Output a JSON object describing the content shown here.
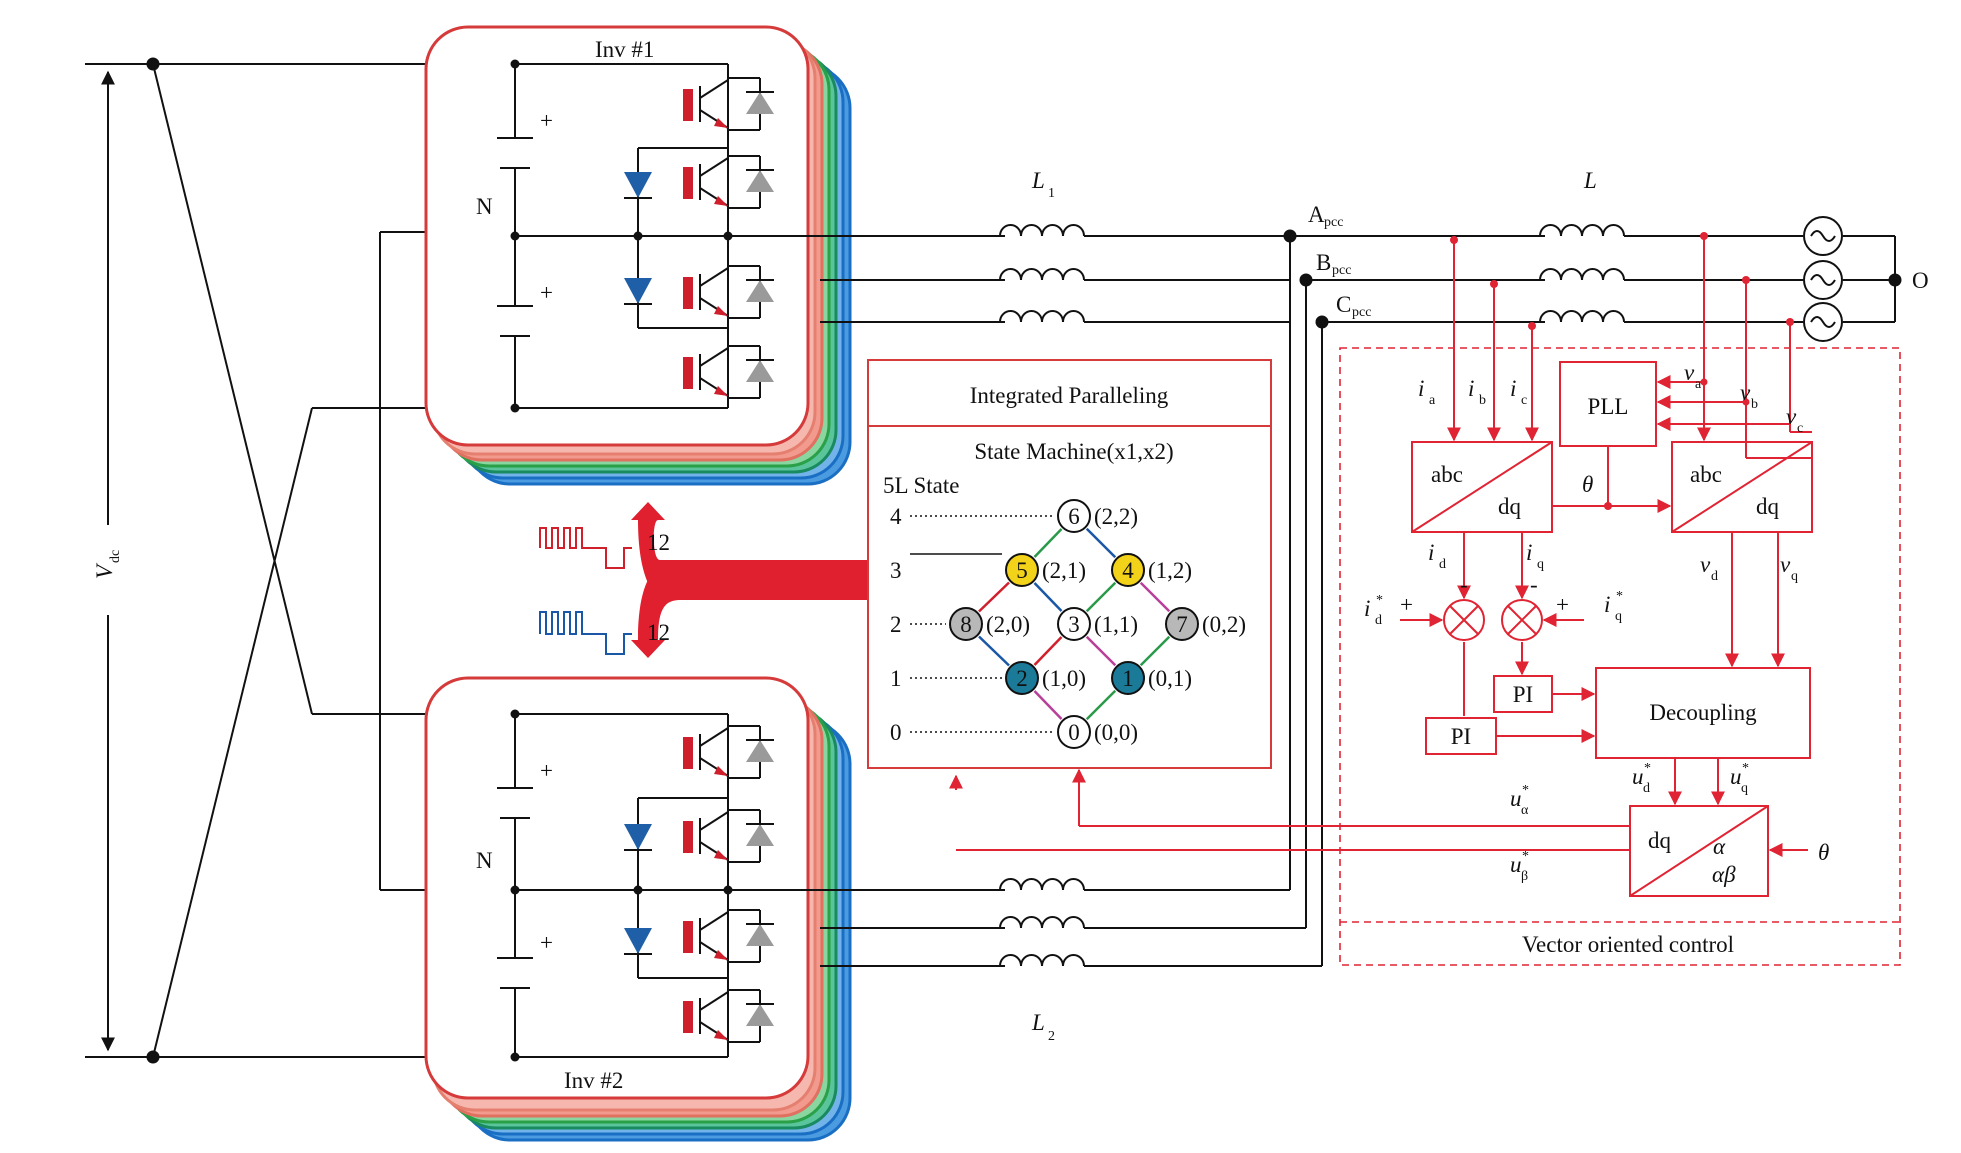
{
  "inverters": {
    "inv1": "Inv #1",
    "inv2": "Inv #2",
    "neutral": "N",
    "plus": "+"
  },
  "vdc": {
    "main": "V",
    "sub": "dc"
  },
  "signal_count": "12",
  "inductors": {
    "l1": {
      "main": "L",
      "sub": "1"
    },
    "l2": {
      "main": "L",
      "sub": "2"
    },
    "l": "L"
  },
  "pcc": {
    "a": {
      "main": "A",
      "sub": "pcc"
    },
    "b": {
      "main": "B",
      "sub": "pcc"
    },
    "c": {
      "main": "C",
      "sub": "pcc"
    }
  },
  "grid_neutral": "O",
  "integrated_paralleling": {
    "title": "Integrated Paralleling",
    "state_machine": "State Machine(x1,x2)",
    "state_label": "5L State",
    "levels": [
      "4",
      "3",
      "2",
      "1",
      "0"
    ],
    "nodes": [
      {
        "id": "6",
        "coord": "(2,2)",
        "fill": "#ffffff"
      },
      {
        "id": "5",
        "coord": "(2,1)",
        "fill": "#f3d21a"
      },
      {
        "id": "4",
        "coord": "(1,2)",
        "fill": "#f3d21a"
      },
      {
        "id": "8",
        "coord": "(2,0)",
        "fill": "#b8b8b8"
      },
      {
        "id": "3",
        "coord": "(1,1)",
        "fill": "#ffffff"
      },
      {
        "id": "7",
        "coord": "(0,2)",
        "fill": "#b8b8b8"
      },
      {
        "id": "2",
        "coord": "(1,0)",
        "fill": "#1c7a99"
      },
      {
        "id": "1",
        "coord": "(0,1)",
        "fill": "#1c7a99"
      },
      {
        "id": "0",
        "coord": "(0,0)",
        "fill": "#ffffff"
      }
    ]
  },
  "control": {
    "title": "Vector oriented control",
    "pll": "PLL",
    "abc": "abc",
    "dq": "dq",
    "theta": "θ",
    "decoupling": "Decoupling",
    "pi": "PI",
    "alpha": "α",
    "alphabeta": "αβ",
    "currents": [
      {
        "main": "i",
        "sub": "a"
      },
      {
        "main": "i",
        "sub": "b"
      },
      {
        "main": "i",
        "sub": "c"
      }
    ],
    "voltages": [
      {
        "main": "v",
        "sub": "a"
      },
      {
        "main": "v",
        "sub": "b"
      },
      {
        "main": "v",
        "sub": "c"
      }
    ],
    "id": {
      "main": "i",
      "sub": "d"
    },
    "iq": {
      "main": "i",
      "sub": "q"
    },
    "id_ref": {
      "main": "i",
      "sup": "*",
      "sub": "d"
    },
    "iq_ref": {
      "main": "i",
      "sup": "*",
      "sub": "q"
    },
    "vd": {
      "main": "v",
      "sub": "d"
    },
    "vq": {
      "main": "v",
      "sub": "q"
    },
    "ud_ref": {
      "main": "u",
      "sup": "*",
      "sub": "d"
    },
    "uq_ref": {
      "main": "u",
      "sup": "*",
      "sub": "q"
    },
    "ualpha_ref": {
      "main": "u",
      "sup": "*",
      "sub": "α"
    },
    "ubeta_ref": {
      "main": "u",
      "sup": "*",
      "sub": "β"
    },
    "plus": "+",
    "minus": "-"
  },
  "colors": {
    "power": "#111111",
    "control": "#e02433",
    "diode": "#1f5fa8",
    "igbt_gate": "#d01f2c",
    "layer_green": "#2aa048",
    "layer_blue": "#1a6fc4",
    "layer_red": "#f07a6e"
  }
}
